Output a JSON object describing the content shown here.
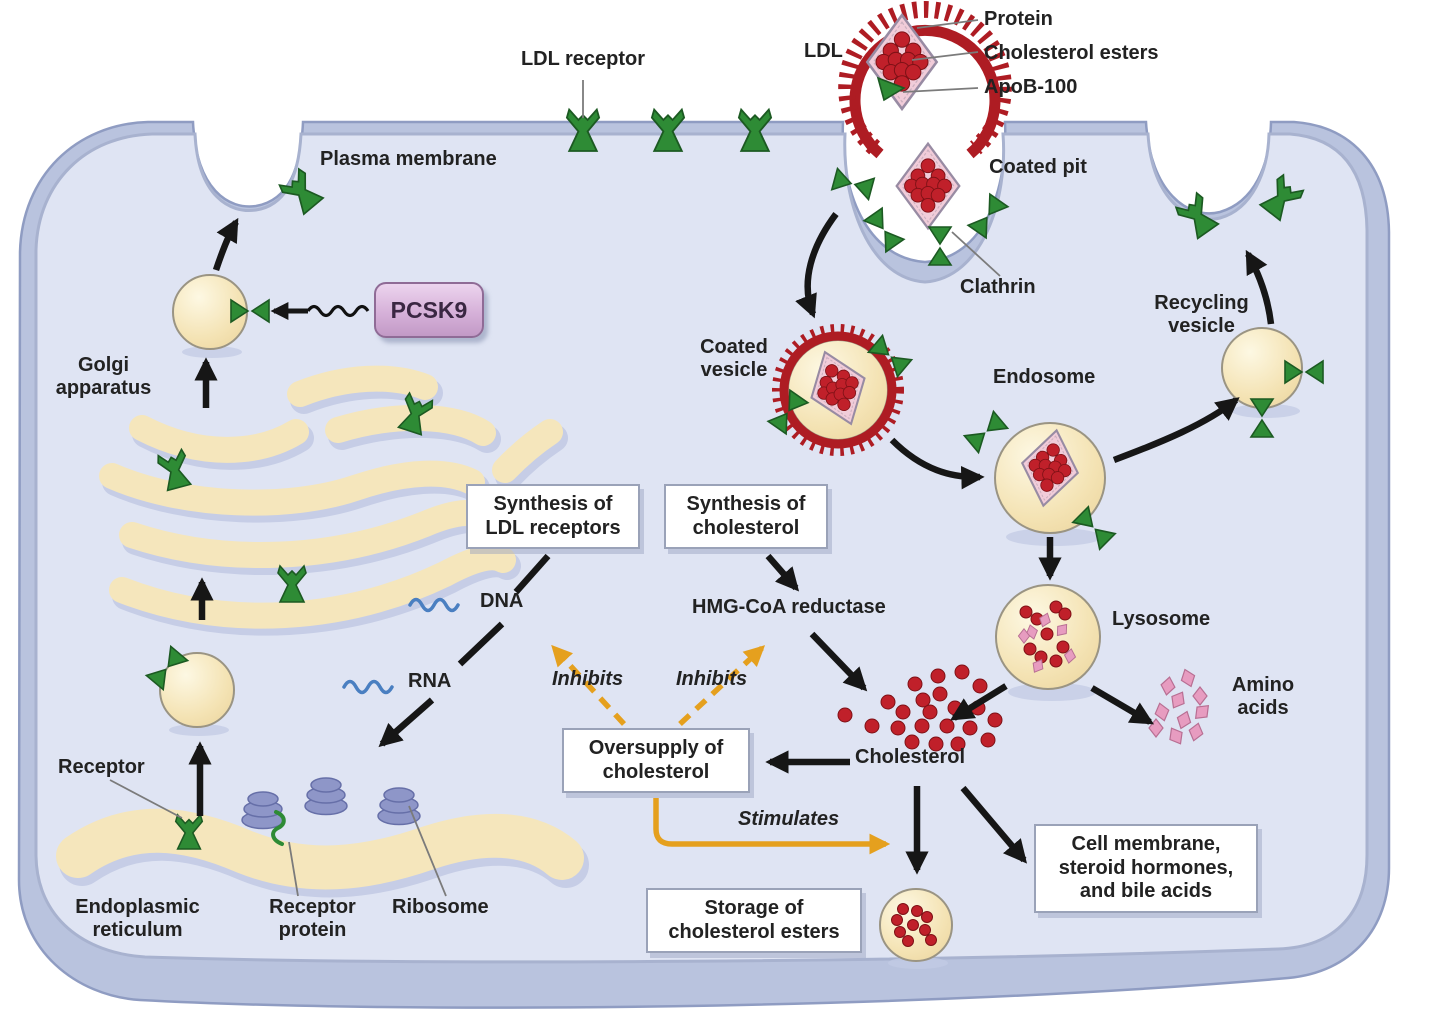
{
  "labels": {
    "plasma_membrane": "Plasma membrane",
    "ldl_receptor": "LDL receptor",
    "ldl": "LDL",
    "protein": "Protein",
    "cholesterol_esters": "Cholesterol esters",
    "apob100": "ApoB-100",
    "coated_pit": "Coated pit",
    "clathrin": "Clathrin",
    "coated_vesicle": "Coated vesicle",
    "endosome": "Endosome",
    "recycling_vesicle": "Recycling vesicle",
    "golgi": "Golgi apparatus",
    "pcsk9": "PCSK9",
    "lysosome": "Lysosome",
    "amino_acids": "Amino acids",
    "cholesterol": "Cholesterol",
    "hmg": "HMG-CoA reductase",
    "dna": "DNA",
    "rna": "RNA",
    "inhibits": "Inhibits",
    "stimulates": "Stimulates",
    "receptor": "Receptor",
    "er": "Endoplasmic reticulum",
    "receptor_protein": "Receptor protein",
    "ribosome": "Ribosome"
  },
  "boxes": {
    "synthesis_ldl": "Synthesis of LDL receptors",
    "synthesis_chol": "Synthesis of cholesterol",
    "oversupply": "Oversupply of cholesterol",
    "storage": "Storage of cholesterol esters",
    "cell_membrane": "Cell membrane, steroid hormones, and bile acids"
  },
  "colors": {
    "cell_fill": "#dfe4f3",
    "membrane_band": "#b9c3de",
    "organelle_cream": "#f5e6bc",
    "receptor_green": "#2e8b35",
    "ldl_red": "#c0202a",
    "clathrin_red": "#ae1c23",
    "pcsk9_fill": "#d4aed7",
    "pcsk9_border": "#8f6b96",
    "orange": "#e5a01e",
    "ribosome_purple": "#8e96c8",
    "amino_pink": "#e79cc0",
    "dna_blue": "#4a7fc1"
  }
}
